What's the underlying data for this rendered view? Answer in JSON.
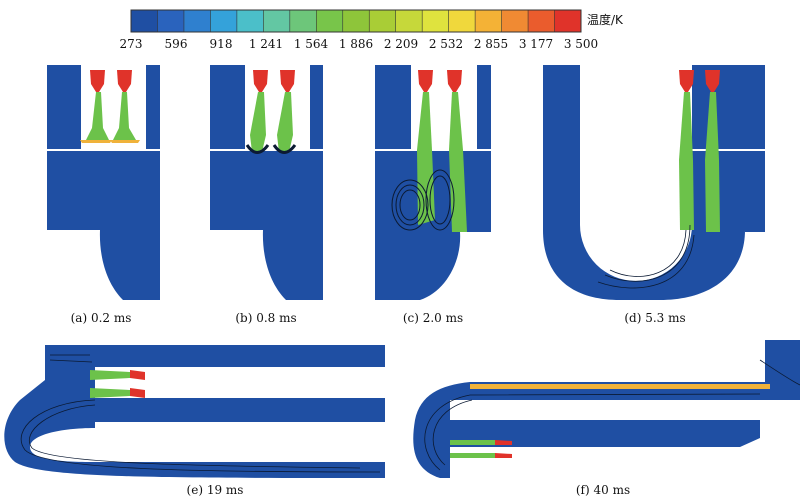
{
  "colorbar": {
    "unit_label": "温度/K",
    "ticks": [
      "273",
      "596",
      "918",
      "1 241",
      "1 564",
      "1 886",
      "2 209",
      "2 532",
      "2 855",
      "3 177",
      "3 500"
    ],
    "colors": [
      "#1f4fa3",
      "#2a63bd",
      "#2f80cf",
      "#34a2da",
      "#4bbfc9",
      "#63c7a3",
      "#6dc67a",
      "#78c54a",
      "#8ec53a",
      "#a9cd36",
      "#c6d83a",
      "#dfe33e",
      "#f0d83c",
      "#f4b236",
      "#f08a33",
      "#ea5c2d",
      "#e0332a"
    ]
  },
  "palette": {
    "domain_fill": "#1f4fa3",
    "plume": "#6cc24a",
    "hot": "#e0332a",
    "warm": "#f0b23a",
    "edge_dark": "#0b1a33",
    "background": "#ffffff"
  },
  "panels": [
    {
      "id": "a",
      "caption": "(a) 0.2 ms"
    },
    {
      "id": "b",
      "caption": "(b) 0.8 ms"
    },
    {
      "id": "c",
      "caption": "(c) 2.0 ms"
    },
    {
      "id": "d",
      "caption": "(d) 5.3 ms"
    },
    {
      "id": "e",
      "caption": "(e) 19 ms"
    },
    {
      "id": "f",
      "caption": "(f) 40 ms"
    }
  ]
}
